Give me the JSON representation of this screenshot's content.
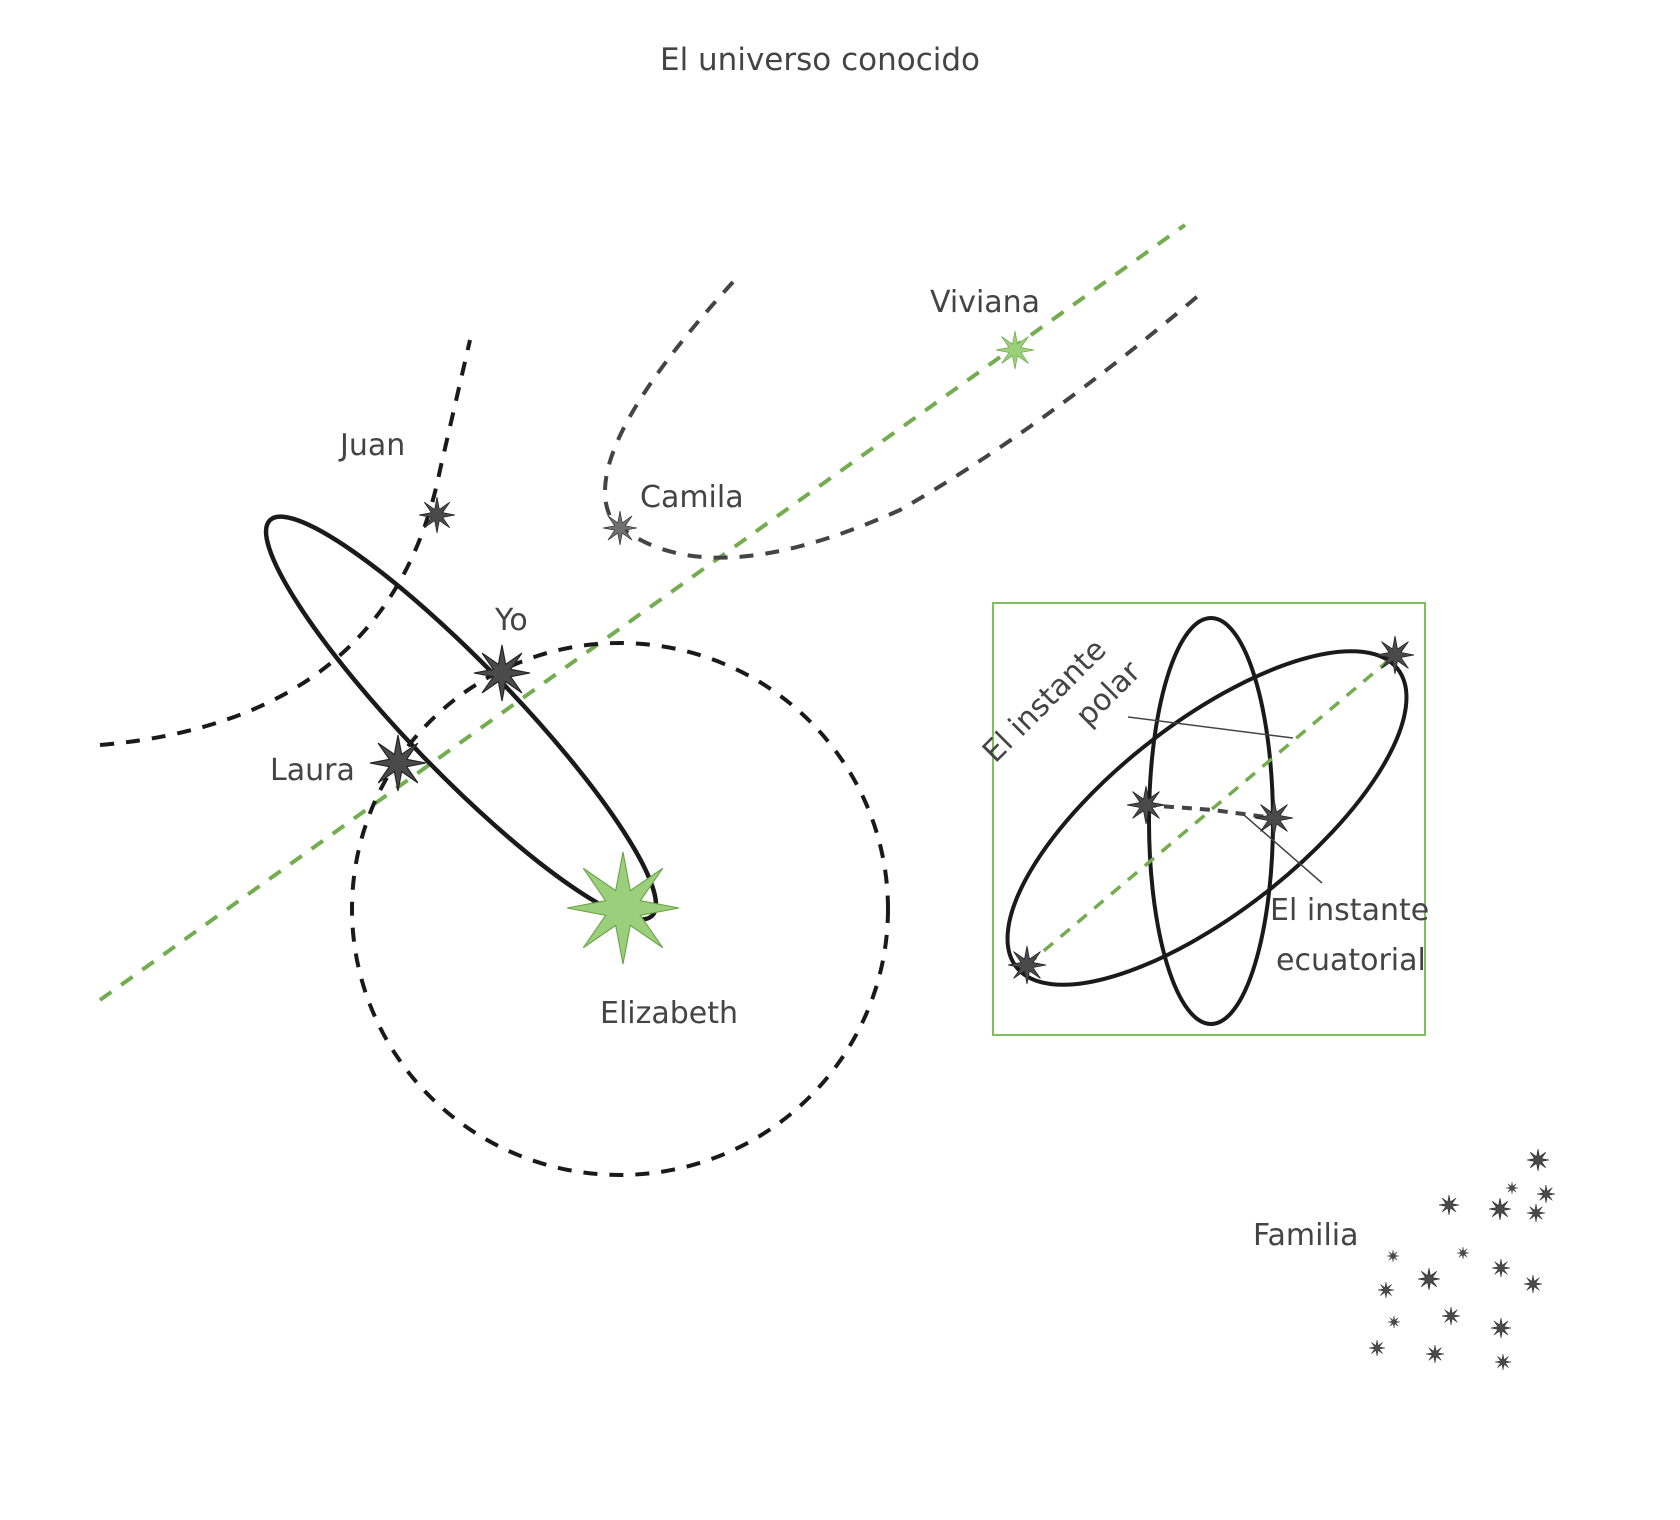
{
  "title": "El universo conocido",
  "colors": {
    "background": "#ffffff",
    "line": "#1a1a1a",
    "dash_gray": "#444444",
    "accent_green": "#74ad4f",
    "box_border": "#7fbf5f",
    "star_dark": "#4a4a4a",
    "star_light": "#9ccf7c",
    "text": "#444444"
  },
  "labels": {
    "juan": "Juan",
    "camila": "Camila",
    "viviana": "Viviana",
    "yo": "Yo",
    "laura": "Laura",
    "elizabeth": "Elizabeth",
    "familia": "Familia"
  },
  "inset": {
    "polar_line1": "El instante",
    "polar_line2": "polar",
    "ecuatorial_line1": "El instante",
    "ecuatorial_line2": "ecuatorial"
  }
}
